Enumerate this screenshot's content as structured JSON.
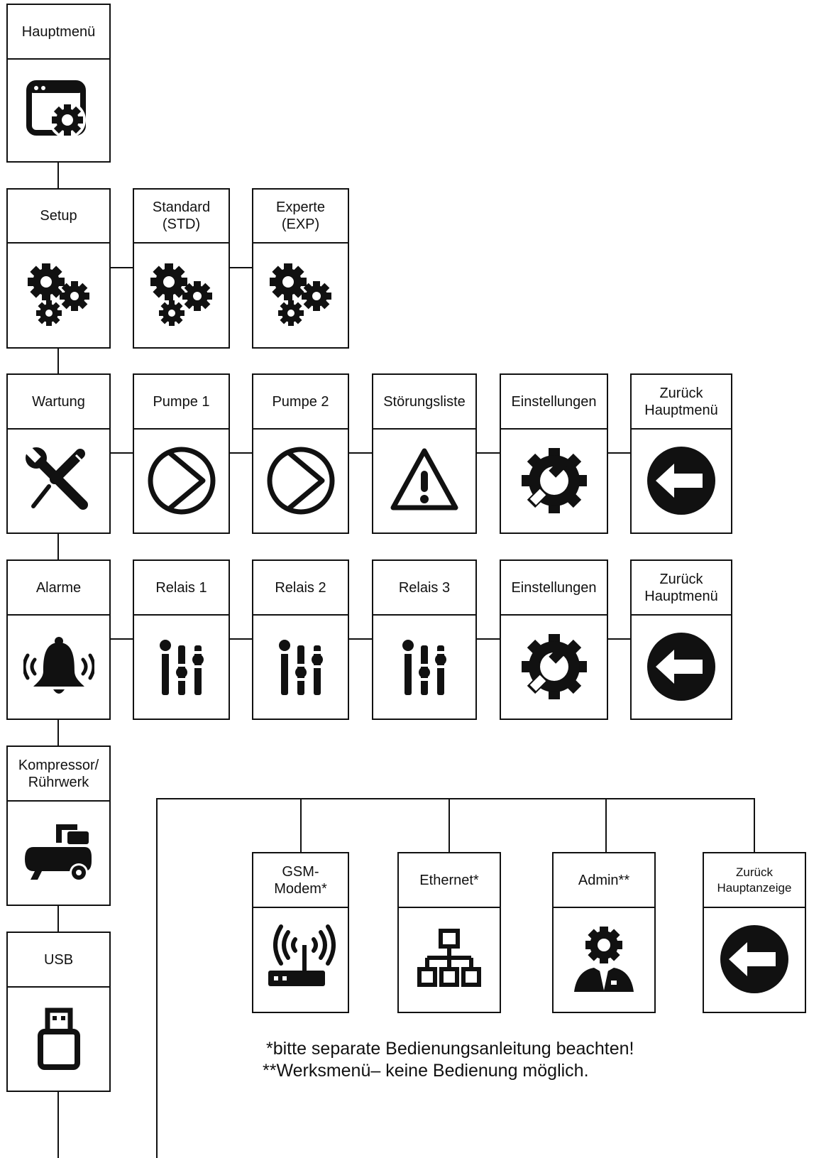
{
  "nodes": {
    "hauptmenu": {
      "label": "Hauptmenü",
      "icon": "window-gear-icon"
    },
    "setup": {
      "label": "Setup",
      "icon": "gears-icon"
    },
    "standard": {
      "label": "Standard\n(STD)",
      "icon": "gears-icon"
    },
    "experte": {
      "label": "Experte\n(EXP)",
      "icon": "gears-icon"
    },
    "wartung": {
      "label": "Wartung",
      "icon": "tools-icon"
    },
    "pumpe1": {
      "label": "Pumpe 1",
      "icon": "pump-icon"
    },
    "pumpe2": {
      "label": "Pumpe 2",
      "icon": "pump-icon"
    },
    "stoerung": {
      "label": "Störungsliste",
      "icon": "warning-icon"
    },
    "einst1": {
      "label": "Einstellungen",
      "icon": "wrench-gear-icon"
    },
    "zurueck1": {
      "label": "Zurück\nHauptmenü",
      "icon": "back-arrow-icon"
    },
    "alarme": {
      "label": "Alarme",
      "icon": "bell-icon"
    },
    "relais1": {
      "label": "Relais 1",
      "icon": "sliders-icon"
    },
    "relais2": {
      "label": "Relais 2",
      "icon": "sliders-icon"
    },
    "relais3": {
      "label": "Relais 3",
      "icon": "sliders-icon"
    },
    "einst2": {
      "label": "Einstellungen",
      "icon": "wrench-gear-icon"
    },
    "zurueck2": {
      "label": "Zurück\nHauptmenü",
      "icon": "back-arrow-icon"
    },
    "kompressor": {
      "label": "Kompressor/\nRührwerk",
      "icon": "compressor-icon"
    },
    "usb": {
      "label": "USB",
      "icon": "usb-icon"
    },
    "gsm": {
      "label": "GSM-\nModem*",
      "icon": "router-icon"
    },
    "ethernet": {
      "label": "Ethernet*",
      "icon": "network-icon"
    },
    "admin": {
      "label": "Admin**",
      "icon": "admin-icon"
    },
    "zurueck3": {
      "label": "Zurück\nHauptanzeige",
      "icon": "back-arrow-icon"
    }
  },
  "notes": {
    "separate_manual": "*bitte separate Bedienungsanleitung beachten!",
    "factory_menu": "**Werksmenü– keine Bedienung möglich."
  }
}
